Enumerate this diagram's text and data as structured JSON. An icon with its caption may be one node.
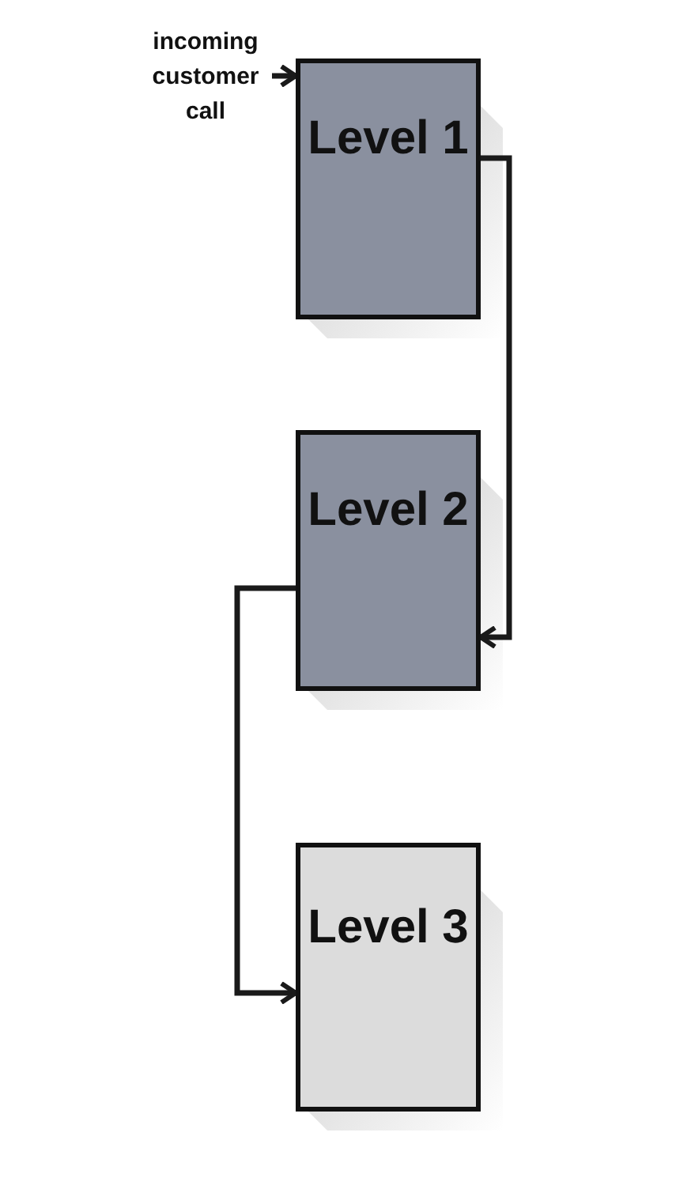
{
  "diagram": {
    "nodes": [
      {
        "text": [
          "incoming customer call"
        ]
      },
      {
        "text": [
          "Level 1"
        ]
      },
      {
        "text": [
          "Level 2"
        ]
      },
      {
        "text": [
          "Level 3"
        ]
      }
    ],
    "edges": [
      {
        "from": 0,
        "to": 1,
        "arrow": "to"
      },
      {
        "from": 1,
        "to": 2,
        "arrow": "to"
      },
      {
        "from": 2,
        "to": 3,
        "arrow": "to"
      }
    ]
  }
}
